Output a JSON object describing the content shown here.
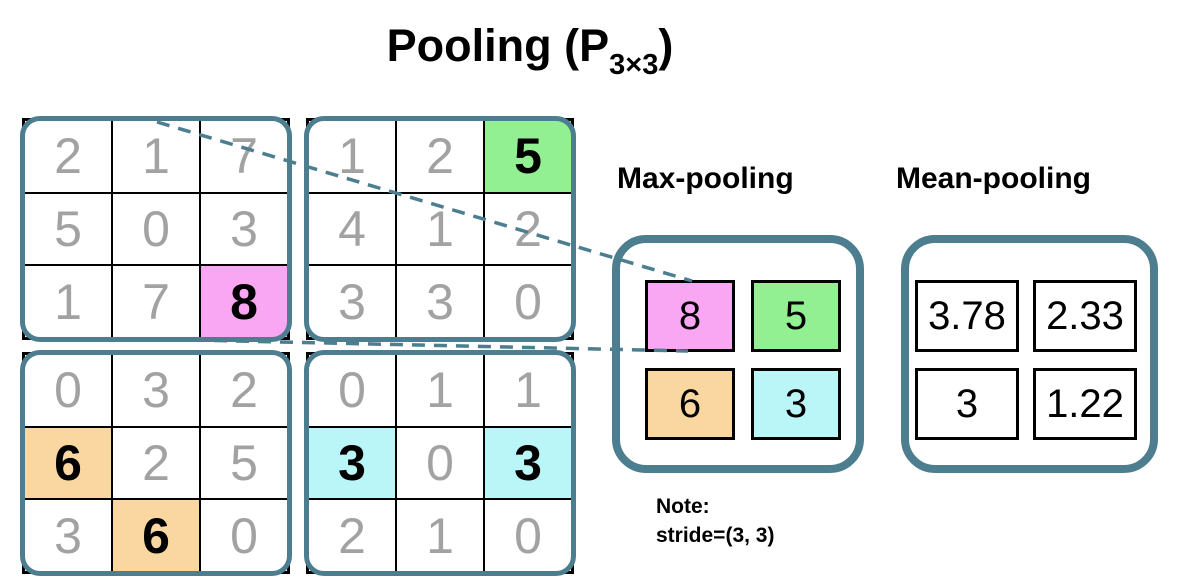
{
  "title": {
    "prefix": "Pooling (P",
    "subscript": "3×3",
    "suffix": ")"
  },
  "colors": {
    "teal": "#4C7E8F",
    "pink": "#F9A7F2",
    "green": "#92F092",
    "orange": "#FAD7A0",
    "cyan": "#BAF5F8",
    "gray_number": "#A2A2A2"
  },
  "input_grids": [
    {
      "name": "top-left",
      "rows": [
        [
          "2",
          "1",
          "7"
        ],
        [
          "5",
          "0",
          "3"
        ],
        [
          "1",
          "7",
          "8"
        ]
      ]
    },
    {
      "name": "top-right",
      "rows": [
        [
          "1",
          "2",
          "5"
        ],
        [
          "4",
          "1",
          "2"
        ],
        [
          "3",
          "3",
          "0"
        ]
      ]
    },
    {
      "name": "bottom-left",
      "rows": [
        [
          "0",
          "3",
          "2"
        ],
        [
          "6",
          "2",
          "5"
        ],
        [
          "3",
          "6",
          "0"
        ]
      ]
    },
    {
      "name": "bottom-right",
      "rows": [
        [
          "0",
          "1",
          "1"
        ],
        [
          "3",
          "0",
          "3"
        ],
        [
          "2",
          "1",
          "0"
        ]
      ]
    }
  ],
  "max_pooling": {
    "label": "Max-pooling",
    "cells": {
      "top_left": "8",
      "top_right": "5",
      "bottom_left": "6",
      "bottom_right": "3"
    }
  },
  "mean_pooling": {
    "label": "Mean-pooling",
    "cells": {
      "top_left": "3.78",
      "top_right": "2.33",
      "bottom_left": "3",
      "bottom_right": "1.22"
    }
  },
  "note": {
    "line1": "Note:",
    "line2": "stride=(3, 3)"
  }
}
